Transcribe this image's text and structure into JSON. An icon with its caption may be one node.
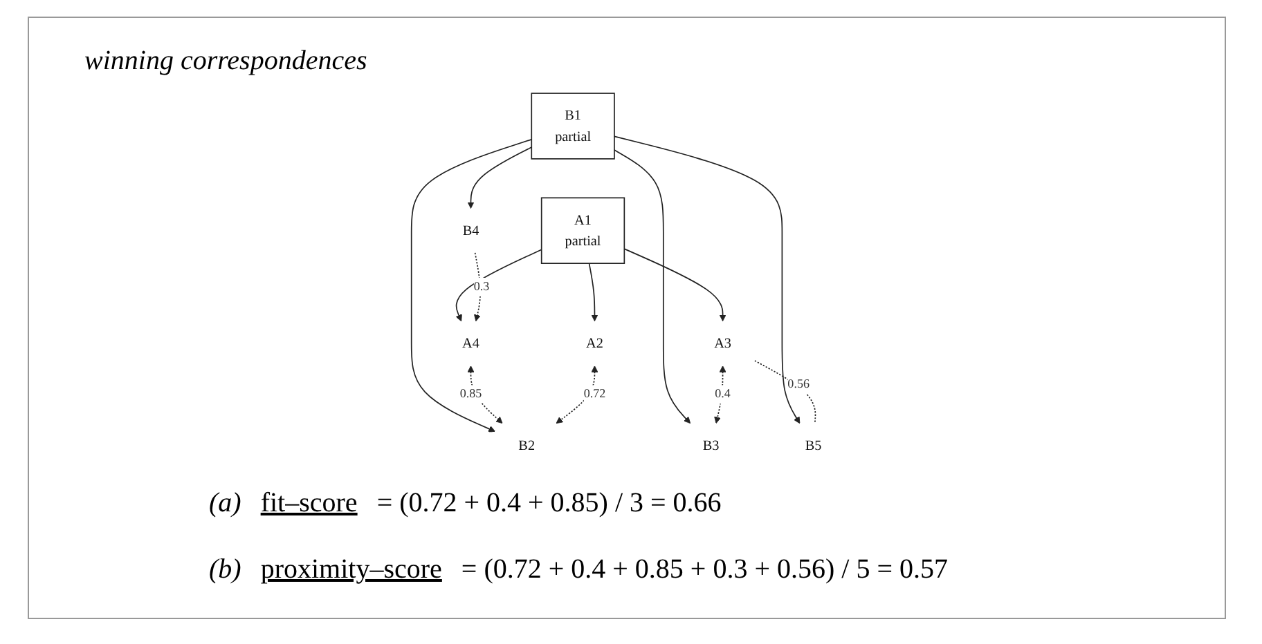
{
  "diagram": {
    "nodes": [
      {
        "text": [
          "A1",
          "partial"
        ]
      },
      {
        "text": [
          "A2"
        ]
      },
      {
        "text": [
          "A3"
        ]
      },
      {
        "text": [
          "A4"
        ]
      },
      {
        "text": [
          "B1",
          "partial"
        ]
      },
      {
        "text": [
          "B2"
        ]
      },
      {
        "text": [
          "B3"
        ]
      },
      {
        "text": [
          "B4"
        ]
      },
      {
        "text": [
          "B5"
        ]
      }
    ],
    "edges": [
      {
        "from": 0,
        "to": 1,
        "arrow": "to"
      },
      {
        "from": 0,
        "to": 2,
        "arrow": "to"
      },
      {
        "from": 0,
        "to": 3,
        "arrow": "to"
      },
      {
        "from": 4,
        "to": 5,
        "arrow": "to"
      },
      {
        "from": 4,
        "to": 6,
        "arrow": "to"
      },
      {
        "from": 4,
        "to": 7,
        "arrow": "to"
      },
      {
        "from": 4,
        "to": 8,
        "arrow": "to"
      },
      {
        "from": 3,
        "to": 5,
        "arrow": "both",
        "label": "0.85",
        "style": "dashed"
      },
      {
        "from": 2,
        "to": 6,
        "arrow": "both",
        "label": "0.4",
        "style": "dashed"
      },
      {
        "from": 1,
        "to": 5,
        "arrow": "both",
        "label": "0.72",
        "style": "dashed"
      },
      {
        "from": 7,
        "to": 3,
        "arrow": "to",
        "label": "0.3",
        "style": "dashed"
      },
      {
        "from": 2,
        "to": 8,
        "arrow": "none",
        "label": "0.56",
        "style": "dashed"
      }
    ],
    "labels": [
      "winning correspondences",
      "(a)",
      "fit–score",
      "= (0.72 + 0.4 + 0.85) / 3 = 0.66",
      "(b)",
      "proximity–score",
      "= (0.72 + 0.4 + 0.85 + 0.3 + 0.56) / 5 = 0.57"
    ]
  }
}
